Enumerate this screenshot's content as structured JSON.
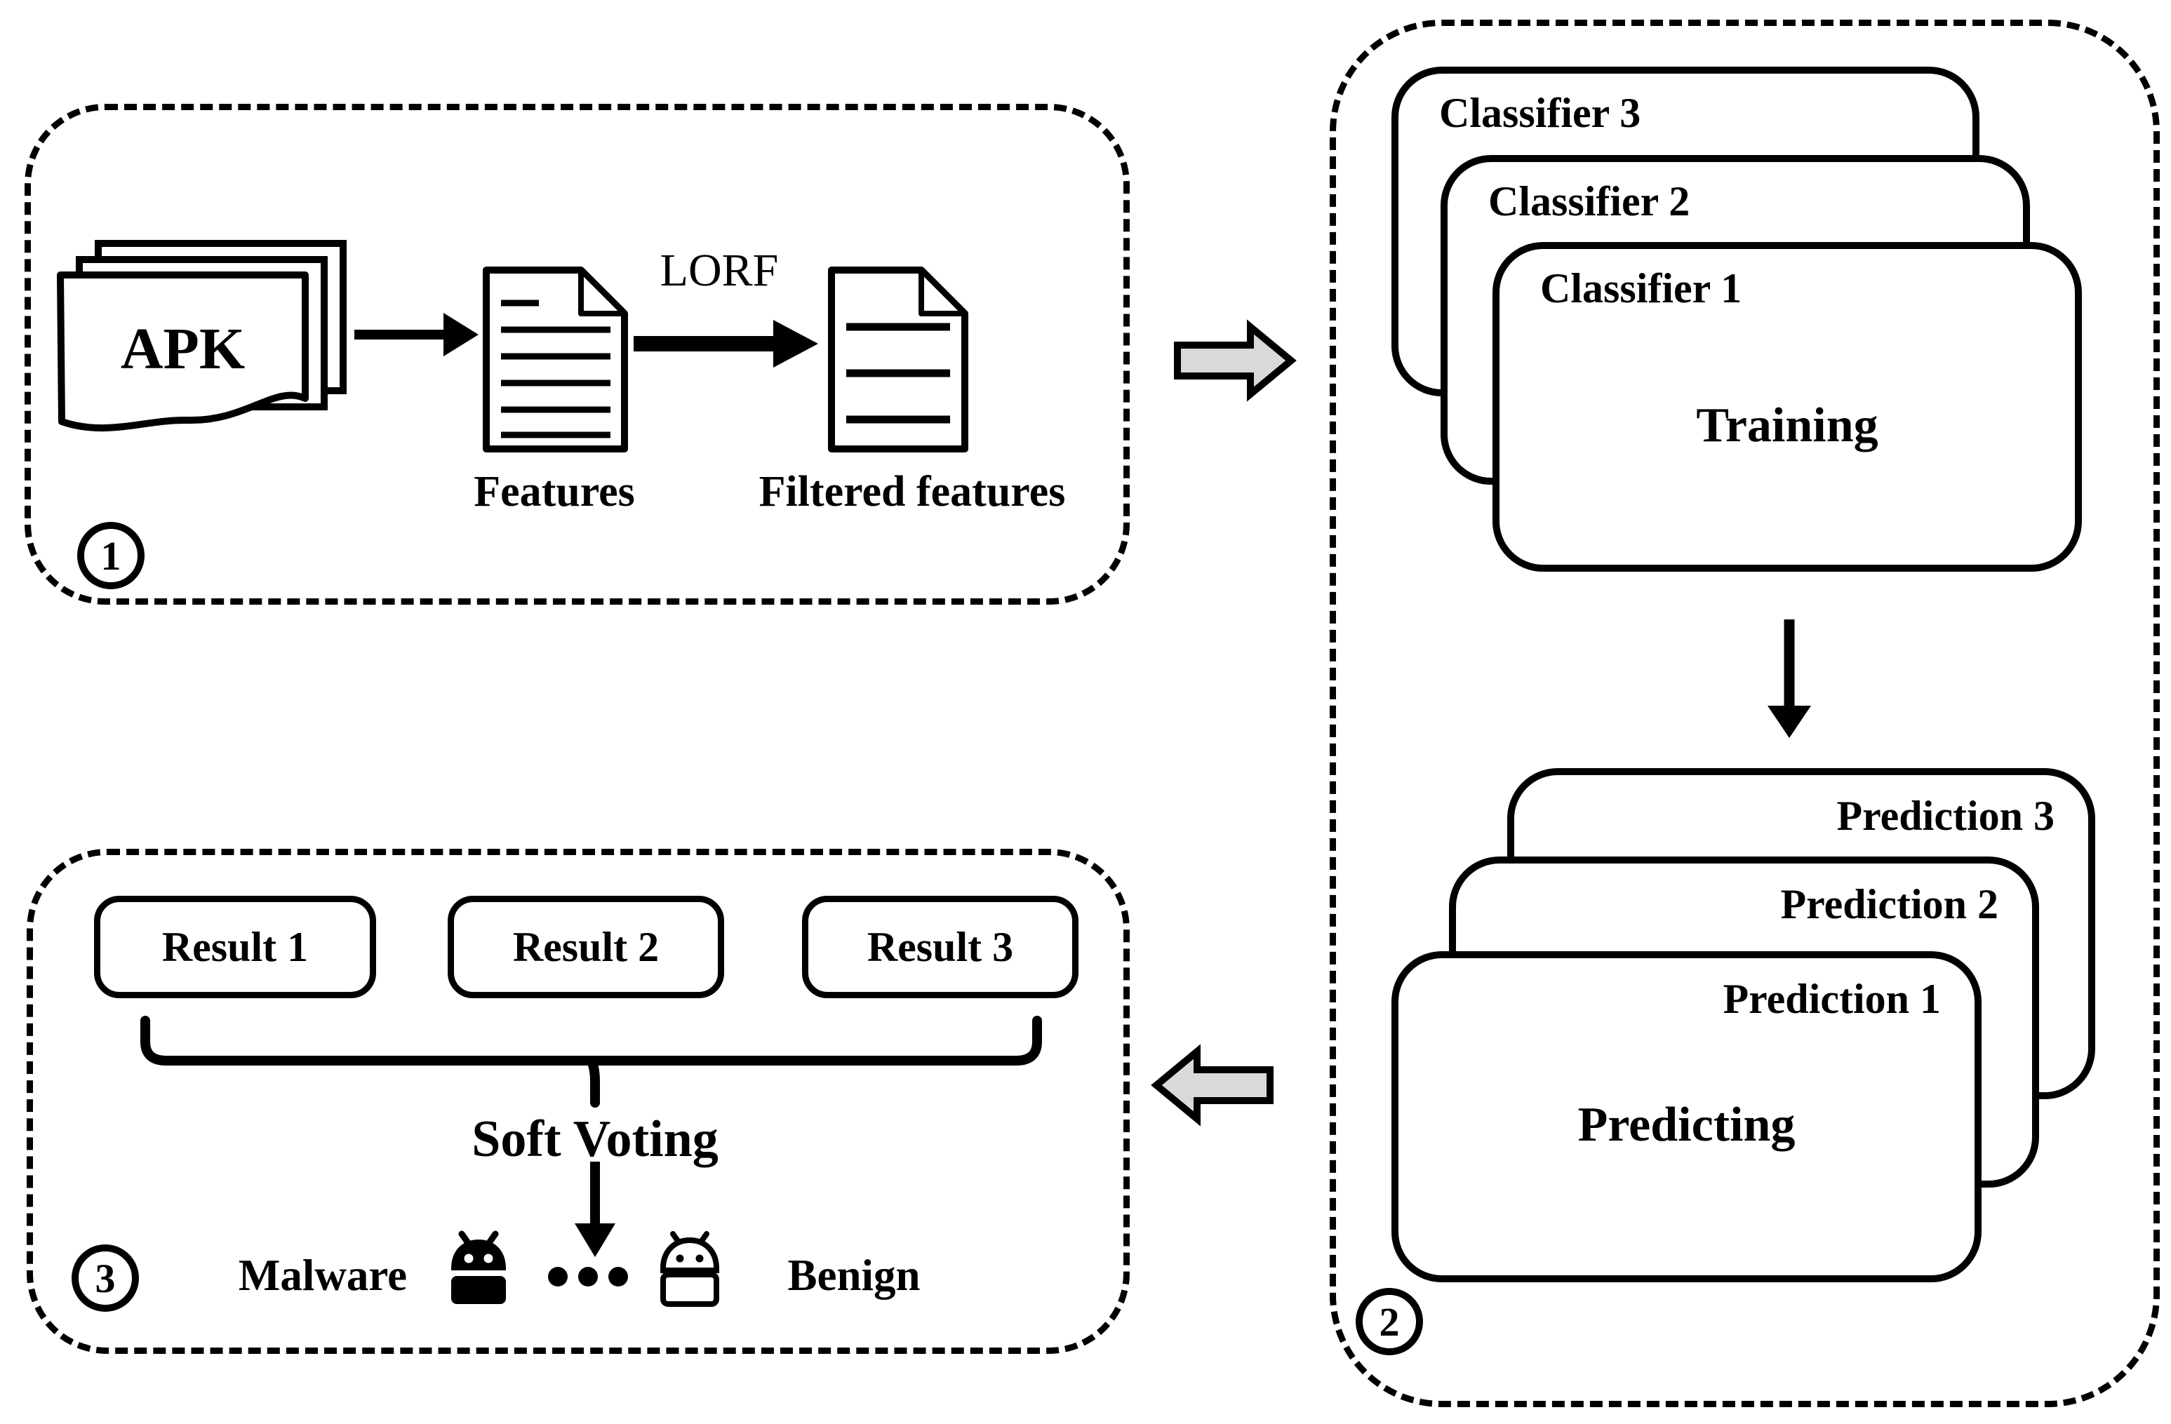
{
  "figure": {
    "background": "#ffffff",
    "line_color": "#000000",
    "block_arrow_fill": "#d9d9d9"
  },
  "stage1": {
    "badge": "1",
    "apk": "APK",
    "lorf": "LORF",
    "features": "Features",
    "filtered_features": "Filtered features"
  },
  "stage2": {
    "badge": "2",
    "classifiers": [
      "Classifier 3",
      "Classifier 2",
      "Classifier 1"
    ],
    "training": "Training",
    "predictions": [
      "Prediction 3",
      "Prediction 2",
      "Prediction 1"
    ],
    "predicting": "Predicting"
  },
  "stage3": {
    "badge": "3",
    "results": [
      "Result 1",
      "Result 2",
      "Result 3"
    ],
    "soft_voting": "Soft Voting",
    "malware": "Malware",
    "benign": "Benign"
  }
}
